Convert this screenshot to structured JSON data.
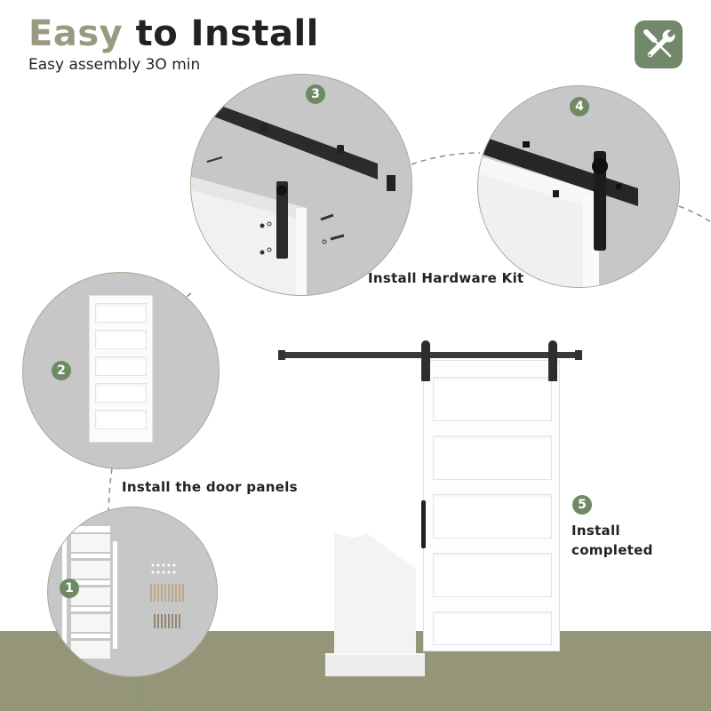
{
  "header": {
    "title_accent": "Easy",
    "title_rest": " to Install",
    "subtitle": "Easy assembly 3O min",
    "icon": "wrench-screwdriver-icon"
  },
  "colors": {
    "accent_green": "#6d8a65",
    "title_accent": "#9a9a80",
    "floor": "#95957a",
    "circle_fill": "#c7c7c7",
    "dash_line": "#6d8a65"
  },
  "steps": [
    {
      "number": "1",
      "label": ""
    },
    {
      "number": "2",
      "label": "Install the door panels"
    },
    {
      "number": "3",
      "label": ""
    },
    {
      "number": "4",
      "label": ""
    },
    {
      "number": "5",
      "label_line1": "Install",
      "label_line2": "completed"
    }
  ],
  "shared_label": "Install Hardware Kit"
}
